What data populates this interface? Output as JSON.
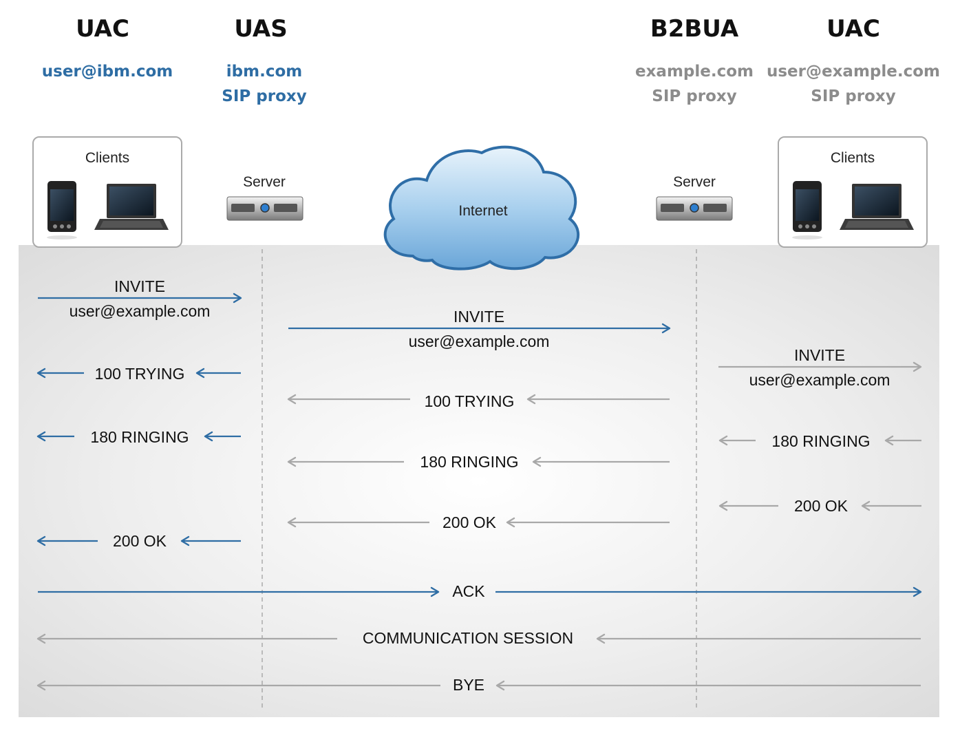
{
  "columns": [
    {
      "title": "UAC",
      "sub": [
        "user@ibm.com"
      ],
      "color": "#2e6da4"
    },
    {
      "title": "UAS",
      "sub": [
        "ibm.com",
        "SIP proxy"
      ],
      "color": "#2e6da4"
    },
    {
      "title": "B2BUA",
      "sub": [
        "example.com",
        "SIP proxy"
      ],
      "color": "#8c8c8c"
    },
    {
      "title": "UAC",
      "sub": [
        "user@example.com",
        "SIP proxy"
      ],
      "color": "#8c8c8c"
    }
  ],
  "devices": {
    "clients_left": "Clients",
    "server_left": "Server",
    "internet": "Internet",
    "server_right": "Server",
    "clients_right": "Clients"
  },
  "messages": {
    "invite1": [
      "INVITE",
      "user@example.com"
    ],
    "trying1": "100 TRYING",
    "ringing1": "180 RINGING",
    "ok1": "200 OK",
    "invite2": [
      "INVITE",
      "user@example.com"
    ],
    "trying2": "100 TRYING",
    "ringing2": "180 RINGING",
    "ok2": "200 OK",
    "invite3": [
      "INVITE",
      "user@example.com"
    ],
    "ringing3": "180 RINGING",
    "ok3": "200 OK",
    "ack": "ACK",
    "session": "COMMUNICATION SESSION",
    "bye": "BYE"
  },
  "colors": {
    "blue": "#2e6da4",
    "gray": "#a8a8a8"
  }
}
